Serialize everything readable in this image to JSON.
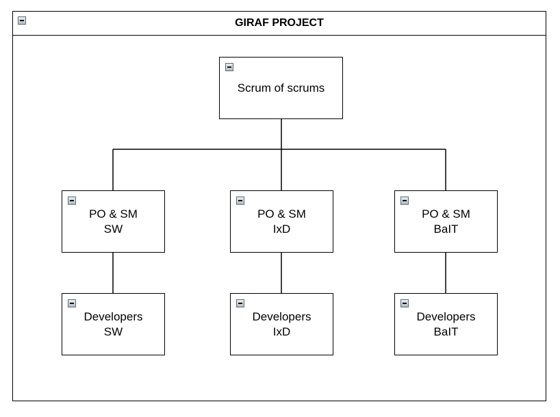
{
  "container": {
    "title": "GIRAF PROJECT",
    "collapse_icon": "minus-square-icon"
  },
  "nodes": {
    "scrum_of_scrums": {
      "label": "Scrum of scrums"
    },
    "po_sm_sw": {
      "label": "PO & SM\nSW"
    },
    "po_sm_ixd": {
      "label": "PO & SM\nIxD"
    },
    "po_sm_bait": {
      "label": "PO & SM\nBaIT"
    },
    "dev_sw": {
      "label": "Developers\nSW"
    },
    "dev_ixd": {
      "label": "Developers\nIxD"
    },
    "dev_bait": {
      "label": "Developers\nBaIT"
    }
  },
  "colors": {
    "stroke": "#000000",
    "background": "#ffffff",
    "icon_border": "#5f6b75"
  }
}
